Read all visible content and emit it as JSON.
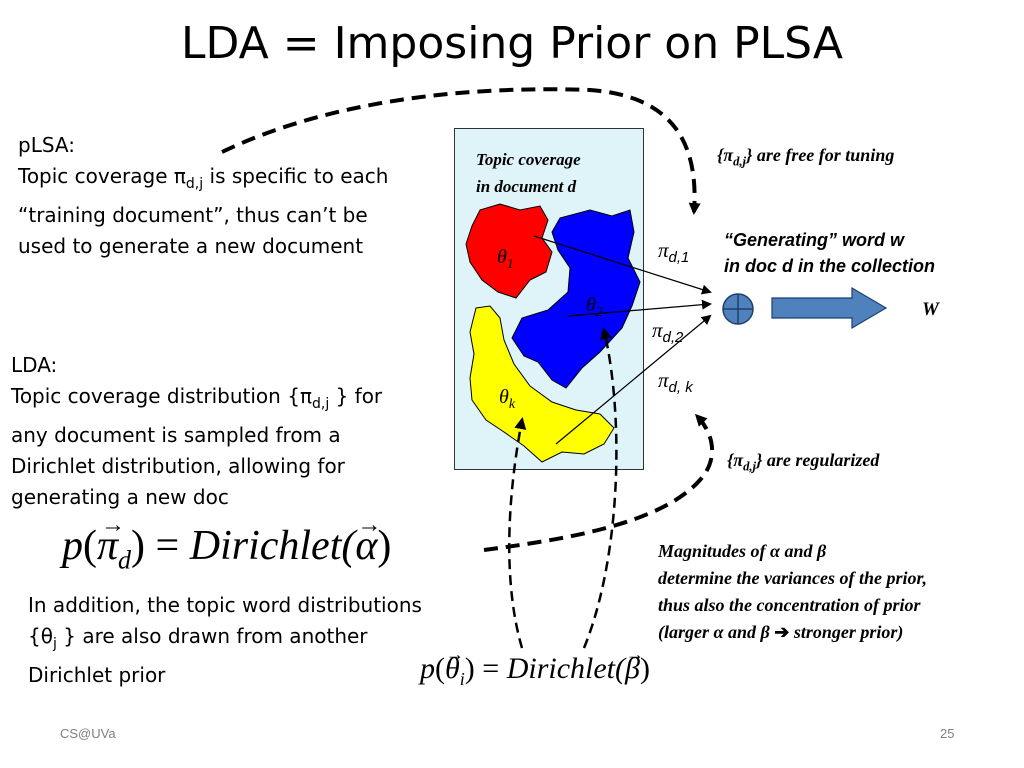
{
  "title": "LDA = Imposing Prior on PLSA",
  "plsa": {
    "heading": "pLSA:",
    "line1_pre": "Topic coverage ",
    "pi": "π",
    "sub": "d,j",
    "line1_post": " is specific to each",
    "line2": "“training document”, thus can’t be",
    "line3": "used to generate a new document"
  },
  "lda": {
    "heading": "LDA:",
    "line1_pre": "Topic coverage distribution {",
    "pi": "π",
    "sub": "d,j",
    "line1_post": " } for",
    "line2": "any document is sampled from a",
    "line3": "Dirichlet distribution, allowing for",
    "line4": "generating a new doc"
  },
  "formula_pi": {
    "p": "p",
    "open": "(",
    "pi": "π",
    "sub": "d",
    "close": ")",
    "eq": "=",
    "dir": "Dirichlet(",
    "alpha": "α",
    "end": ")"
  },
  "topic_word": {
    "line1": "In addition, the topic word distributions",
    "line2_pre": "{",
    "theta": "θ",
    "sub": "j",
    "line2_post": " } are also drawn from another",
    "line3": "Dirichlet prior"
  },
  "formula_theta": {
    "p": "p",
    "open": "(",
    "theta": "θ",
    "sub": "i",
    "close": ")",
    "eq": "=",
    "dir": "Dirichlet(",
    "beta": "β",
    "end": ")"
  },
  "doc_box": {
    "label1": "Topic coverage",
    "label2": "in document d"
  },
  "topics": {
    "t1": "θ",
    "t1_sub": "1",
    "t2": "θ",
    "t2_sub": "2",
    "tk": "θ",
    "tk_sub": "k"
  },
  "pis": {
    "p1": "π",
    "p1_sub": "d,1",
    "p2": "π",
    "p2_sub": "d,2",
    "pk": "π",
    "pk_sub": "d, k"
  },
  "free_tuning": {
    "open": "{",
    "pi": "π",
    "sub": "d,j",
    "close": "} are free for tuning"
  },
  "regularized": {
    "open": "{",
    "pi": "π",
    "sub": "d,j",
    "close": "} are regularized"
  },
  "generating": {
    "line1": "“Generating” word w",
    "line2": "in doc d in the collection"
  },
  "output_word": "W",
  "magnitudes": {
    "line1_pre": "Magnitudes of ",
    "alpha": "α",
    "and": " and ",
    "beta": "β",
    "line2": "determine the variances of the prior,",
    "line3": "thus also the concentration of prior",
    "line4_pre": "(larger ",
    "alpha2": "α",
    "and2": " and ",
    "beta2": "β",
    "arrow": " ➔",
    "line4_post": "stronger prior)"
  },
  "footer": {
    "left": "CS@UVa",
    "right": "25"
  },
  "colors": {
    "topic1": "#ff0000",
    "topic2": "#0000ff",
    "topick": "#ffff00",
    "box": "#dff4f8",
    "arrow": "#4f81bd"
  }
}
